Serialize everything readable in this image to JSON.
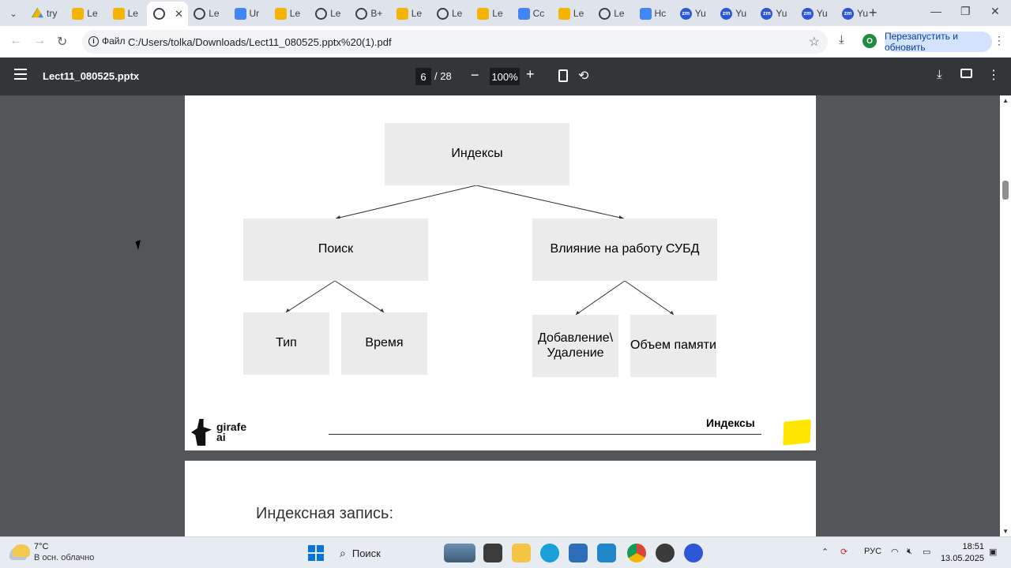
{
  "browser": {
    "tabs": [
      {
        "label": "try",
        "icon": "drive-icon"
      },
      {
        "label": "Le",
        "icon": "slides-icon"
      },
      {
        "label": "Le",
        "icon": "slides-icon"
      },
      {
        "label": "",
        "icon": "globe-icon",
        "active": true
      },
      {
        "label": "Le",
        "icon": "globe-icon"
      },
      {
        "label": "Ur",
        "icon": "docs-icon"
      },
      {
        "label": "Le",
        "icon": "slides-icon"
      },
      {
        "label": "Le",
        "icon": "globe-icon"
      },
      {
        "label": "B+",
        "icon": "globe-icon"
      },
      {
        "label": "Le",
        "icon": "slides-icon"
      },
      {
        "label": "Le",
        "icon": "globe-icon"
      },
      {
        "label": "Le",
        "icon": "slides-icon"
      },
      {
        "label": "Cc",
        "icon": "docs-icon"
      },
      {
        "label": "Le",
        "icon": "slides-icon"
      },
      {
        "label": "Le",
        "icon": "globe-icon"
      },
      {
        "label": "Hc",
        "icon": "docs-icon"
      },
      {
        "label": "Yu",
        "icon": "zoom-icon"
      },
      {
        "label": "Yu",
        "icon": "zoom-icon"
      },
      {
        "label": "Yu",
        "icon": "zoom-icon"
      },
      {
        "label": "Yu",
        "icon": "zoom-icon"
      },
      {
        "label": "Yu",
        "icon": "zoom-icon"
      }
    ],
    "new_tab": "+",
    "address": {
      "scheme_label": "Файл",
      "url": "C:/Users/tolka/Downloads/Lect11_080525.pptx%20(1).pdf"
    },
    "profile_initial": "O",
    "relaunch_label": "Перезапустить и обновить"
  },
  "pdf_toolbar": {
    "title": "Lect11_080525.pptx",
    "current_page": "6",
    "total_pages": "/ 28",
    "zoom": "100%"
  },
  "slide": {
    "root": "Индексы",
    "left_branch": "Поиск",
    "right_branch": "Влияние на работу СУБД",
    "left_children": [
      "Тип",
      "Время"
    ],
    "right_children": [
      "Добавление\\ Удаление",
      "Объем памяти"
    ],
    "logo_text_line1": "girafe",
    "logo_text_line2": "ai",
    "footer_title": "Индексы",
    "accent_color": "#ffe600",
    "box_color": "#ebebeb"
  },
  "next_slide": {
    "heading": "Индексная запись:"
  },
  "taskbar": {
    "weather_temp": "7°C",
    "weather_desc": "В осн. облачно",
    "search_label": "Поиск",
    "language": "РУС",
    "time": "18:51",
    "date": "13.05.2025"
  }
}
